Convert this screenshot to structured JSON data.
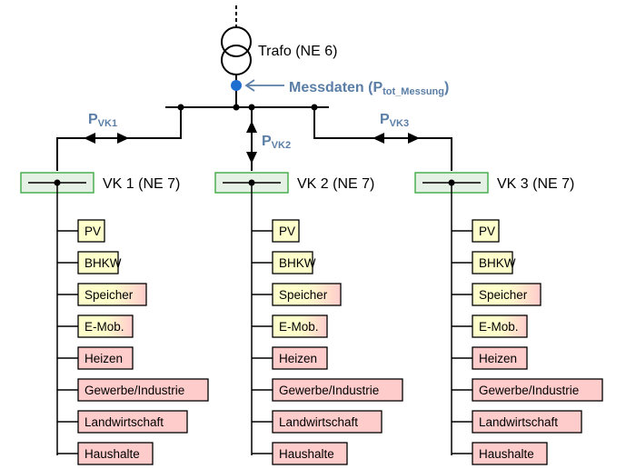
{
  "transformer": {
    "label": "Trafo (NE 6)"
  },
  "measurement": {
    "label": "Messdaten (P",
    "sub": "tot_Messung",
    "close": ")"
  },
  "flows": [
    {
      "main": "P",
      "sub": "VK1"
    },
    {
      "main": "P",
      "sub": "VK2"
    },
    {
      "main": "P",
      "sub": "VK3"
    }
  ],
  "branches": [
    {
      "label": "VK 1 (NE 7)"
    },
    {
      "label": "VK 2 (NE 7)"
    },
    {
      "label": "VK 3 (NE 7)"
    }
  ],
  "components": [
    {
      "label": "PV",
      "style": "yellow"
    },
    {
      "label": "BHKW",
      "style": "yellow"
    },
    {
      "label": "Speicher",
      "style": "mixed"
    },
    {
      "label": "E-Mob.",
      "style": "mixed"
    },
    {
      "label": "Heizen",
      "style": "pink"
    },
    {
      "label": "Gewerbe/Industrie",
      "style": "pink"
    },
    {
      "label": "Landwirtschaft",
      "style": "pink"
    },
    {
      "label": "Haushalte",
      "style": "pink"
    }
  ],
  "colors": {
    "line": "#000000",
    "accent": "#5a7ea6",
    "node_fill": "#1f6fd1",
    "vk_fill": "#e6f1e6",
    "vk_border": "#4caf50",
    "yellow_fill": "#ffffcc",
    "pink_fill": "#ffcccc",
    "box_border": "#c00000"
  }
}
